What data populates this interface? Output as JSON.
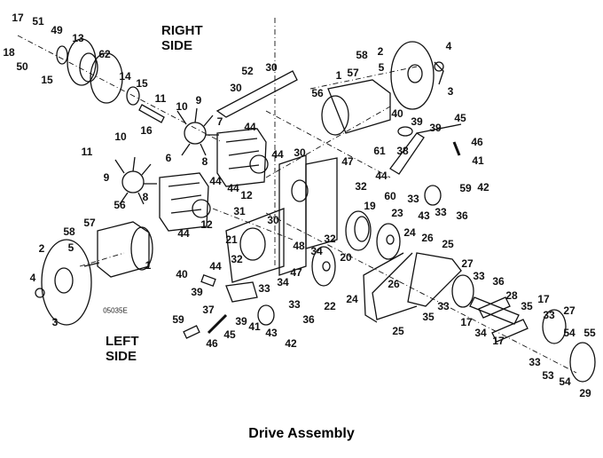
{
  "title": "Drive Assembly",
  "side_labels": {
    "right_line1": "RIGHT",
    "right_line2": "SIDE",
    "left_line1": "LEFT",
    "left_line2": "SIDE"
  },
  "drawing_code": "05035E",
  "callouts": [
    "17",
    "51",
    "49",
    "13",
    "18",
    "50",
    "15",
    "62",
    "14",
    "15",
    "11",
    "10",
    "9",
    "16",
    "7",
    "44",
    "10",
    "11",
    "9",
    "6",
    "8",
    "44",
    "44",
    "12",
    "8",
    "44",
    "30",
    "31",
    "30",
    "12",
    "44",
    "52",
    "30",
    "30",
    "58",
    "2",
    "4",
    "57",
    "5",
    "1",
    "56",
    "3",
    "40",
    "39",
    "39",
    "45",
    "46",
    "38",
    "61",
    "41",
    "44",
    "60",
    "33",
    "59",
    "42",
    "43",
    "33",
    "36",
    "47",
    "32",
    "19",
    "23",
    "24",
    "26",
    "25",
    "48",
    "34",
    "32",
    "20",
    "47",
    "22",
    "24",
    "26",
    "33",
    "36",
    "42",
    "25",
    "35",
    "33",
    "27",
    "33",
    "36",
    "28",
    "35",
    "17",
    "33",
    "27",
    "17",
    "34",
    "17",
    "54",
    "55",
    "33",
    "53",
    "54",
    "29",
    "56",
    "57",
    "58",
    "2",
    "5",
    "1",
    "4",
    "3",
    "21",
    "32",
    "44",
    "40",
    "39",
    "37",
    "39",
    "41",
    "43",
    "46",
    "45",
    "59",
    "33",
    "34"
  ]
}
